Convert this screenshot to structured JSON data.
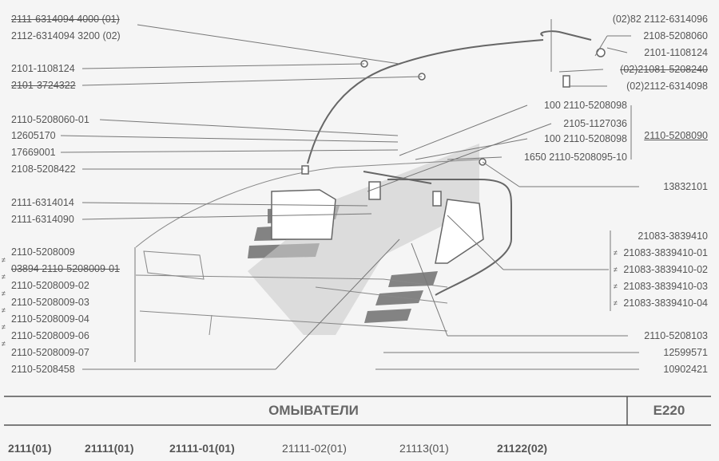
{
  "left_labels": [
    "2111-6314094  4000 (01)",
    "2112-6314094  3200 (02)",
    "2101-1108124",
    "2101-3724322",
    "2110-5208060-01",
    "12605170",
    "17669001",
    "2108-5208422",
    "2111-6314014",
    "2111-6314090",
    "2110-5208009",
    "03894  2110-5208009-01",
    "2110-5208009-02",
    "2110-5208009-03",
    "2110-5208009-04",
    "2110-5208009-06",
    "2110-5208009-07",
    "2110-5208458"
  ],
  "right_labels": [
    "(02)82  2112-6314096",
    "2108-5208060",
    "2101-1108124",
    "(02)21081-5208240",
    "(02)2112-6314098",
    "100  2110-5208098",
    "2105-1127036",
    "100  2110-5208098",
    "1650  2110-5208095-10",
    "2110-5208090",
    "13832101",
    "21083-3839410",
    "21083-3839410-01",
    "21083-3839410-02",
    "21083-3839410-03",
    "21083-3839410-04",
    "2110-5208103",
    "12599571",
    "10902421"
  ],
  "footer": {
    "title": "ОМЫВАТЕЛИ",
    "code": "E220",
    "models": [
      "2111(01)",
      "21111(01)",
      "21111-01(01)",
      "21111-02(01)",
      "21113(01)",
      "21122(02)"
    ]
  },
  "interchange_symbol": "≠"
}
